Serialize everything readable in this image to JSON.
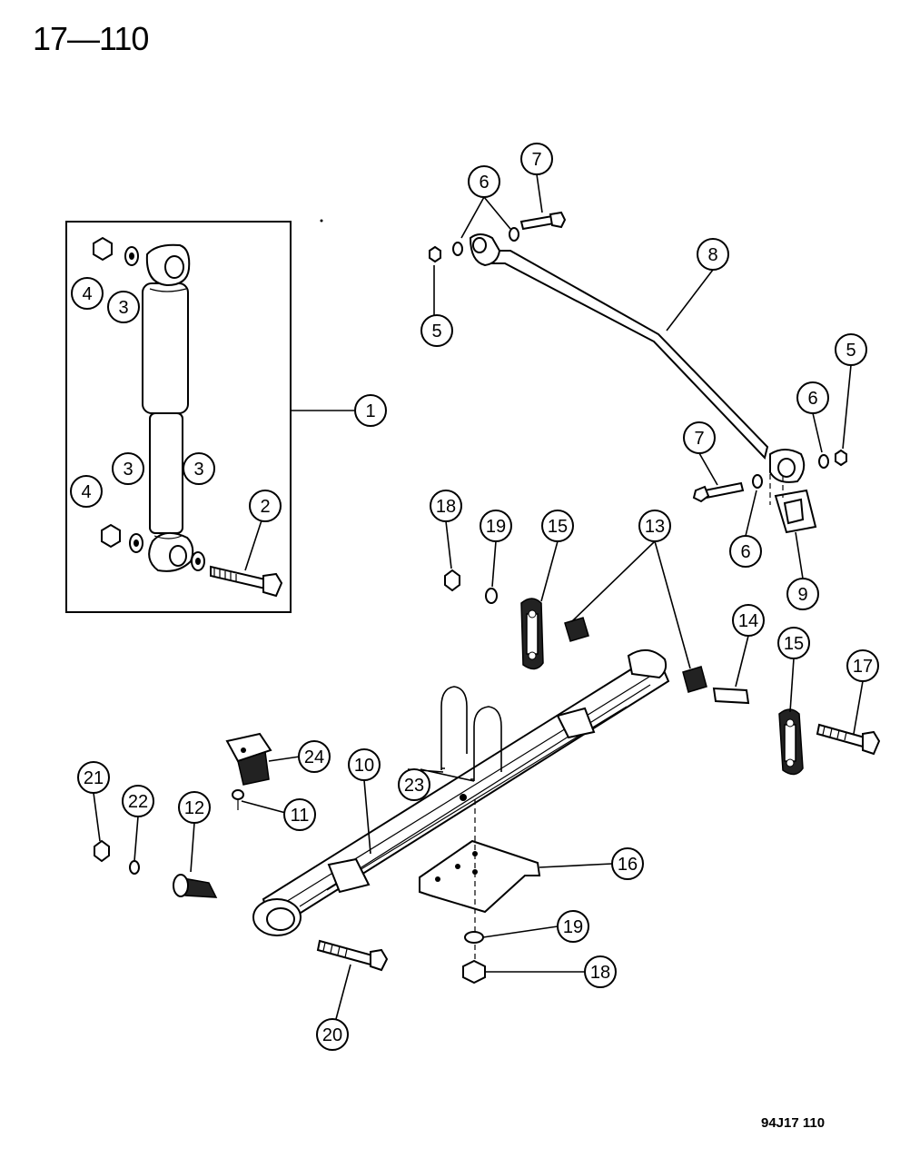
{
  "page_number": "17—110",
  "figure_code": "94J17  110",
  "callouts": [
    "1",
    "2",
    "3",
    "3",
    "3",
    "4",
    "4",
    "5",
    "5",
    "6",
    "6",
    "6",
    "7",
    "7",
    "8",
    "9",
    "10",
    "11",
    "12",
    "13",
    "14",
    "15",
    "15",
    "16",
    "17",
    "18",
    "18",
    "19",
    "19",
    "20",
    "21",
    "22",
    "23",
    "24"
  ]
}
